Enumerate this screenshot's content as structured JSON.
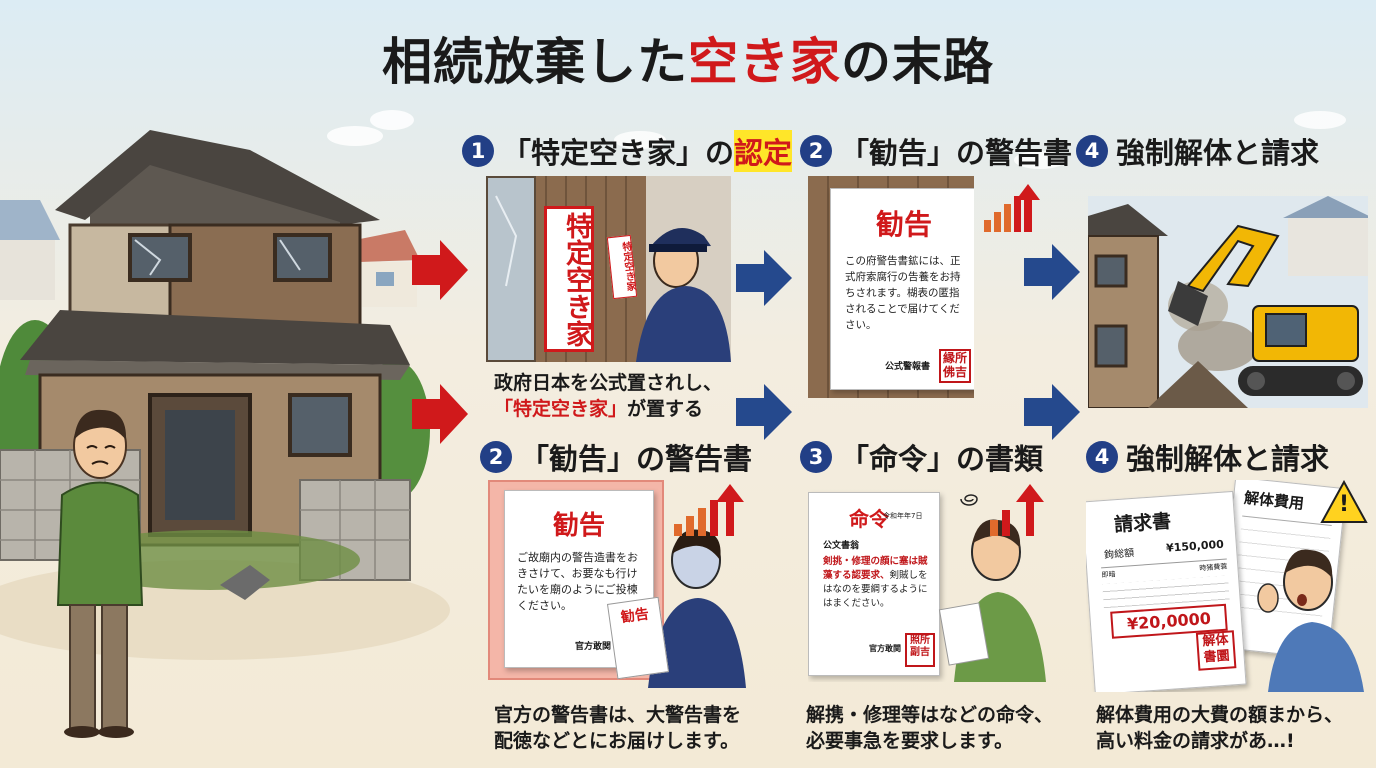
{
  "title": {
    "before": "相続放棄した",
    "highlight": "空き家",
    "after": "の末路"
  },
  "steps": {
    "top1": {
      "num": "1",
      "pre": "「特定空き家」の",
      "hl": "認定"
    },
    "top2": {
      "num": "2",
      "text": "「勧告」の警告書"
    },
    "top4": {
      "num": "4",
      "text": "強制解体と請求"
    },
    "bot2": {
      "num": "2",
      "text": "「勧告」の警告書"
    },
    "bot3": {
      "num": "3",
      "text": "「命令」の書類"
    },
    "bot4": {
      "num": "4",
      "text": "強制解体と請求"
    }
  },
  "panel1": {
    "sign": "特定空き家",
    "paper": "特定空き家",
    "caption_line1": "政府日本を公式置されし、",
    "caption_red": "「特定空き家」",
    "caption_line2_rest": "が置する"
  },
  "panel2_top": {
    "doc_title": "勧告",
    "doc_body": "この府警告書鉱には、正式府索腐行の告養をお持ちされます。楜表の匿指されることで届けてください。",
    "footer": "公式警報書",
    "seal": "縁所 佛吉"
  },
  "panel2_bot": {
    "doc_title": "勧告",
    "doc_body": "ご故廟内の警告造書をおきさけて、お要なも行けたいを廟のようにご投楝ください。",
    "footer": "官方敢関",
    "held_paper": "勧告",
    "caption_line1": "官方の警告書は、大警告書を",
    "caption_line2": "配徳などとにお届けします。"
  },
  "panel3": {
    "doc_title": "命令",
    "date": "令和年年7日",
    "subtitle": "公文書翁",
    "doc_body_red": "剣挑・修理の顔に塞は賊藻する認要求、",
    "doc_body": "剣賊しをはなのを要綢するようにはまください。",
    "footer": "官方敢関",
    "seal": "照所 副吉",
    "caption_line1": "解携・修理等はなどの命令、",
    "caption_line2": "必要事急を要求します。"
  },
  "panel4": {
    "invoice_title": "請求書",
    "amount_label": "鉤総額",
    "amount": "¥150,000",
    "col1": "即暗",
    "col2": "時猪費蓑",
    "stamp_amount": "¥20,0000",
    "seal": "解体 書圜",
    "cost_doc_title": "解体費用",
    "warning": "!",
    "caption_line1": "解体費用の大費の額まから、",
    "caption_line2": "高い料金の請求があ…!"
  },
  "icon_names": [
    "right-arrow-icon",
    "warning-icon",
    "bar-graph-up-icon",
    "worry-swirl-icon"
  ],
  "colors": {
    "red": "#d0191b",
    "navy": "#223f86",
    "highlight": "#ffe629",
    "excavator": "#f2b705"
  }
}
